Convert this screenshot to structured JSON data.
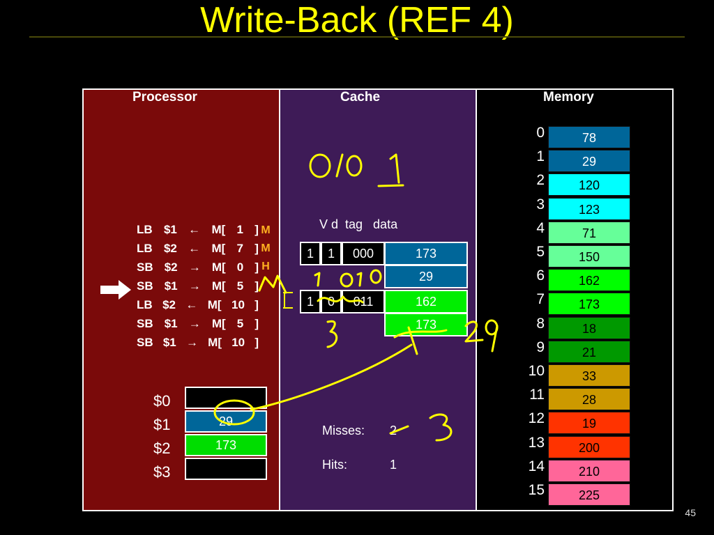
{
  "title": "Write-Back (REF 4)",
  "panels": {
    "processor": "Processor",
    "cache": "Cache",
    "memory": "Memory"
  },
  "instructions": [
    {
      "op": "LB",
      "reg": "$1",
      "arrow": "←",
      "addr": "1"
    },
    {
      "op": "LB",
      "reg": "$2",
      "arrow": "←",
      "addr": "7"
    },
    {
      "op": "SB",
      "reg": "$2",
      "arrow": "→",
      "addr": "0"
    },
    {
      "op": "SB",
      "reg": "$1",
      "arrow": "→",
      "addr": "5"
    },
    {
      "op": "LB",
      "reg": "$2",
      "arrow": "←",
      "addr": "10"
    },
    {
      "op": "SB",
      "reg": "$1",
      "arrow": "→",
      "addr": "5"
    },
    {
      "op": "SB",
      "reg": "$1",
      "arrow": "→",
      "addr": "10"
    }
  ],
  "instruction_results": [
    "M",
    "M",
    "H"
  ],
  "registers": [
    {
      "name": "$0",
      "value": "",
      "color": "#000000"
    },
    {
      "name": "$1",
      "value": "29",
      "color": "#006699"
    },
    {
      "name": "$2",
      "value": "173",
      "color": "#00dd00"
    },
    {
      "name": "$3",
      "value": "",
      "color": "#000000"
    }
  ],
  "cache": {
    "header": "V d  tag   data",
    "lines": [
      {
        "v": "1",
        "d": "1",
        "tag": "000",
        "data": [
          "173",
          "29"
        ],
        "data_colors": [
          "#006699",
          "#006699"
        ]
      },
      {
        "v": "1",
        "d": "0",
        "tag": "011",
        "data": [
          "162",
          "173"
        ],
        "data_colors": [
          "#00ee00",
          "#00ee00"
        ]
      }
    ]
  },
  "memory": [
    {
      "addr": "0",
      "value": "78",
      "color": "#006699"
    },
    {
      "addr": "1",
      "value": "29",
      "color": "#006699"
    },
    {
      "addr": "2",
      "value": "120",
      "color": "#00ffff"
    },
    {
      "addr": "3",
      "value": "123",
      "color": "#00ffff"
    },
    {
      "addr": "4",
      "value": "71",
      "color": "#66ff99"
    },
    {
      "addr": "5",
      "value": "150",
      "color": "#66ff99"
    },
    {
      "addr": "6",
      "value": "162",
      "color": "#00ff00"
    },
    {
      "addr": "7",
      "value": "173",
      "color": "#00ff00"
    },
    {
      "addr": "8",
      "value": "18",
      "color": "#009900"
    },
    {
      "addr": "9",
      "value": "21",
      "color": "#009900"
    },
    {
      "addr": "10",
      "value": "33",
      "color": "#cc9900"
    },
    {
      "addr": "11",
      "value": "28",
      "color": "#cc9900"
    },
    {
      "addr": "12",
      "value": "19",
      "color": "#ff3300"
    },
    {
      "addr": "13",
      "value": "200",
      "color": "#ff3300"
    },
    {
      "addr": "14",
      "value": "210",
      "color": "#ff6699"
    },
    {
      "addr": "15",
      "value": "225",
      "color": "#ff6699"
    }
  ],
  "stats": {
    "misses_label": "Misses:",
    "misses_value": "2",
    "hits_label": "Hits:",
    "hits_value": "1"
  },
  "slide_number": "45",
  "annotations_color": "#ffff00"
}
